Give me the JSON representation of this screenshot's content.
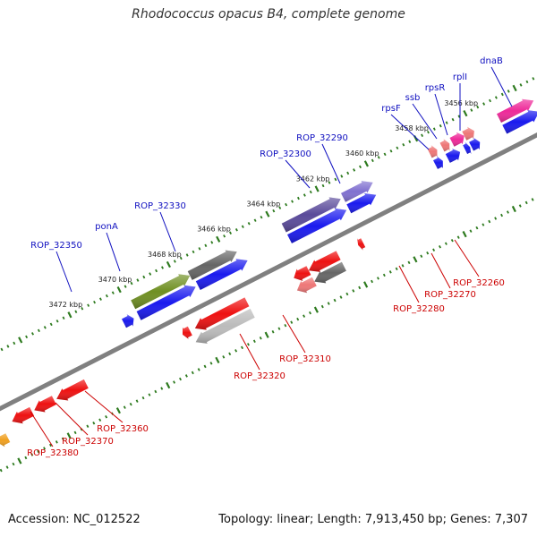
{
  "title": "Rhodococcus opacus B4, complete genome",
  "footer": {
    "accession": "Accession: NC_012522",
    "summary": "Topology: linear; Length: 7,913,450 bp; Genes: 7,307"
  },
  "colors": {
    "backbone": "#808080",
    "tick": "#2d7a1e",
    "label_top": "#1010c0",
    "label_bottom": "#cc0000",
    "blue": "#1a1aee",
    "red": "#ee1111",
    "pink": "#ee7777",
    "grey": "#666666",
    "lightgrey": "#bbbbbb",
    "olive": "#6f8f22",
    "purple": "#5a4a9a",
    "lavender": "#8070d0",
    "magenta": "#ee2a99",
    "orange": "#f0a020"
  },
  "kbp_labels": [
    {
      "text": "3456 kbp",
      "kbp": 3456
    },
    {
      "text": "3458 kbp",
      "kbp": 3458
    },
    {
      "text": "3460 kbp",
      "kbp": 3460
    },
    {
      "text": "3462 kbp",
      "kbp": 3462
    },
    {
      "text": "3464 kbp",
      "kbp": 3464
    },
    {
      "text": "3466 kbp",
      "kbp": 3466
    },
    {
      "text": "3468 kbp",
      "kbp": 3468
    },
    {
      "text": "3470 kbp",
      "kbp": 3470
    },
    {
      "text": "3472 kbp",
      "kbp": 3472
    }
  ],
  "genes": [
    {
      "label": "dnaB",
      "side": "top",
      "s": 3455.0,
      "e": 3453.6,
      "row": 1,
      "color": "magenta"
    },
    {
      "label": "",
      "side": "top",
      "s": 3455.0,
      "e": 3453.6,
      "row": 2,
      "color": "blue"
    },
    {
      "label": "rplI",
      "side": "top",
      "s": 3456.4,
      "e": 3456.0,
      "row": 1,
      "color": "pink"
    },
    {
      "label": "rpsR",
      "side": "top",
      "s": 3456.9,
      "e": 3456.4,
      "row": 1,
      "color": "magenta"
    },
    {
      "label": "ssb",
      "side": "top",
      "s": 3457.3,
      "e": 3457.0,
      "row": 1,
      "color": "pink"
    },
    {
      "label": "rpsF",
      "side": "top",
      "s": 3457.8,
      "e": 3457.5,
      "row": 1,
      "color": "pink"
    },
    {
      "label": "",
      "side": "top",
      "s": 3457.8,
      "e": 3457.5,
      "row": 2,
      "color": "blue"
    },
    {
      "label": "",
      "side": "top",
      "s": 3457.3,
      "e": 3456.8,
      "row": 2,
      "color": "blue"
    },
    {
      "label": "",
      "side": "top",
      "s": 3456.6,
      "e": 3456.4,
      "row": 2,
      "color": "blue"
    },
    {
      "label": "",
      "side": "top",
      "s": 3456.35,
      "e": 3456.0,
      "row": 2,
      "color": "blue"
    },
    {
      "label": "ROP_32290",
      "side": "top",
      "s": 3461.3,
      "e": 3460.1,
      "row": 1,
      "color": "lavender"
    },
    {
      "label": "ROP_32300",
      "side": "top",
      "s": 3463.7,
      "e": 3461.4,
      "row": 1,
      "color": "purple"
    },
    {
      "label": "",
      "side": "top",
      "s": 3461.3,
      "e": 3460.2,
      "row": 2,
      "color": "blue"
    },
    {
      "label": "",
      "side": "top",
      "s": 3463.7,
      "e": 3461.4,
      "row": 2,
      "color": "blue"
    },
    {
      "label": "ROP_32330",
      "side": "top",
      "s": 3467.5,
      "e": 3465.6,
      "row": 1,
      "color": "grey"
    },
    {
      "label": "ponA",
      "side": "top",
      "s": 3469.8,
      "e": 3467.5,
      "row": 1,
      "color": "olive"
    },
    {
      "label": "",
      "side": "top",
      "s": 3467.4,
      "e": 3465.4,
      "row": 2,
      "color": "blue"
    },
    {
      "label": "",
      "side": "top",
      "s": 3469.8,
      "e": 3467.5,
      "row": 2,
      "color": "blue"
    },
    {
      "label": "ROP_32350",
      "side": "top",
      "s": 3470.4,
      "e": 3470.0,
      "row": 2,
      "color": "blue"
    },
    {
      "label": "ROP_32260",
      "side": "bottom",
      "s": 3461.4,
      "e": 3461.6,
      "row": 1,
      "color": "red"
    },
    {
      "label": "ROP_32270",
      "side": "bottom",
      "s": 3462.4,
      "e": 3463.6,
      "row": 1,
      "color": "red"
    },
    {
      "label": "",
      "side": "bottom",
      "s": 3462.4,
      "e": 3463.6,
      "row": 2,
      "color": "grey"
    },
    {
      "label": "ROP_32280",
      "side": "bottom",
      "s": 3463.6,
      "e": 3464.2,
      "row": 1,
      "color": "red"
    },
    {
      "label": "",
      "side": "bottom",
      "s": 3463.6,
      "e": 3464.3,
      "row": 2,
      "color": "pink"
    },
    {
      "label": "ROP_32310",
      "side": "bottom",
      "s": 3466.1,
      "e": 3468.2,
      "row": 1,
      "color": "red"
    },
    {
      "label": "",
      "side": "bottom",
      "s": 3466.1,
      "e": 3468.4,
      "row": 2,
      "color": "lightgrey"
    },
    {
      "label": "ROP_32320",
      "side": "bottom",
      "s": 3468.4,
      "e": 3468.7,
      "row": 1,
      "color": "red"
    },
    {
      "label": "ROP_32360",
      "side": "bottom",
      "s": 3472.6,
      "e": 3473.8,
      "row": 1,
      "color": "red"
    },
    {
      "label": "ROP_32370",
      "side": "bottom",
      "s": 3473.9,
      "e": 3474.7,
      "row": 1,
      "color": "red"
    },
    {
      "label": "ROP_32380",
      "side": "bottom",
      "s": 3474.8,
      "e": 3475.6,
      "row": 1,
      "color": "red"
    },
    {
      "label": "",
      "side": "bottom",
      "s": 3476.0,
      "e": 3476.4,
      "row": 2,
      "color": "orange"
    }
  ],
  "label_positions": {
    "dnaB": {
      "side": "top"
    },
    "rplI": {
      "side": "top"
    },
    "rpsR": {
      "side": "top"
    },
    "ssb": {
      "side": "top"
    },
    "rpsF": {
      "side": "top"
    },
    "ROP_32290": {
      "side": "top"
    },
    "ROP_32300": {
      "side": "top"
    },
    "ROP_32330": {
      "side": "top"
    },
    "ponA": {
      "side": "top"
    },
    "ROP_32350": {
      "side": "top"
    },
    "ROP_32260": {
      "side": "bottom"
    },
    "ROP_32270": {
      "side": "bottom"
    },
    "ROP_32280": {
      "side": "bottom"
    },
    "ROP_32310": {
      "side": "bottom"
    },
    "ROP_32320": {
      "side": "bottom"
    },
    "ROP_32360": {
      "side": "bottom"
    },
    "ROP_32370": {
      "side": "bottom"
    },
    "ROP_32380": {
      "side": "bottom"
    }
  }
}
